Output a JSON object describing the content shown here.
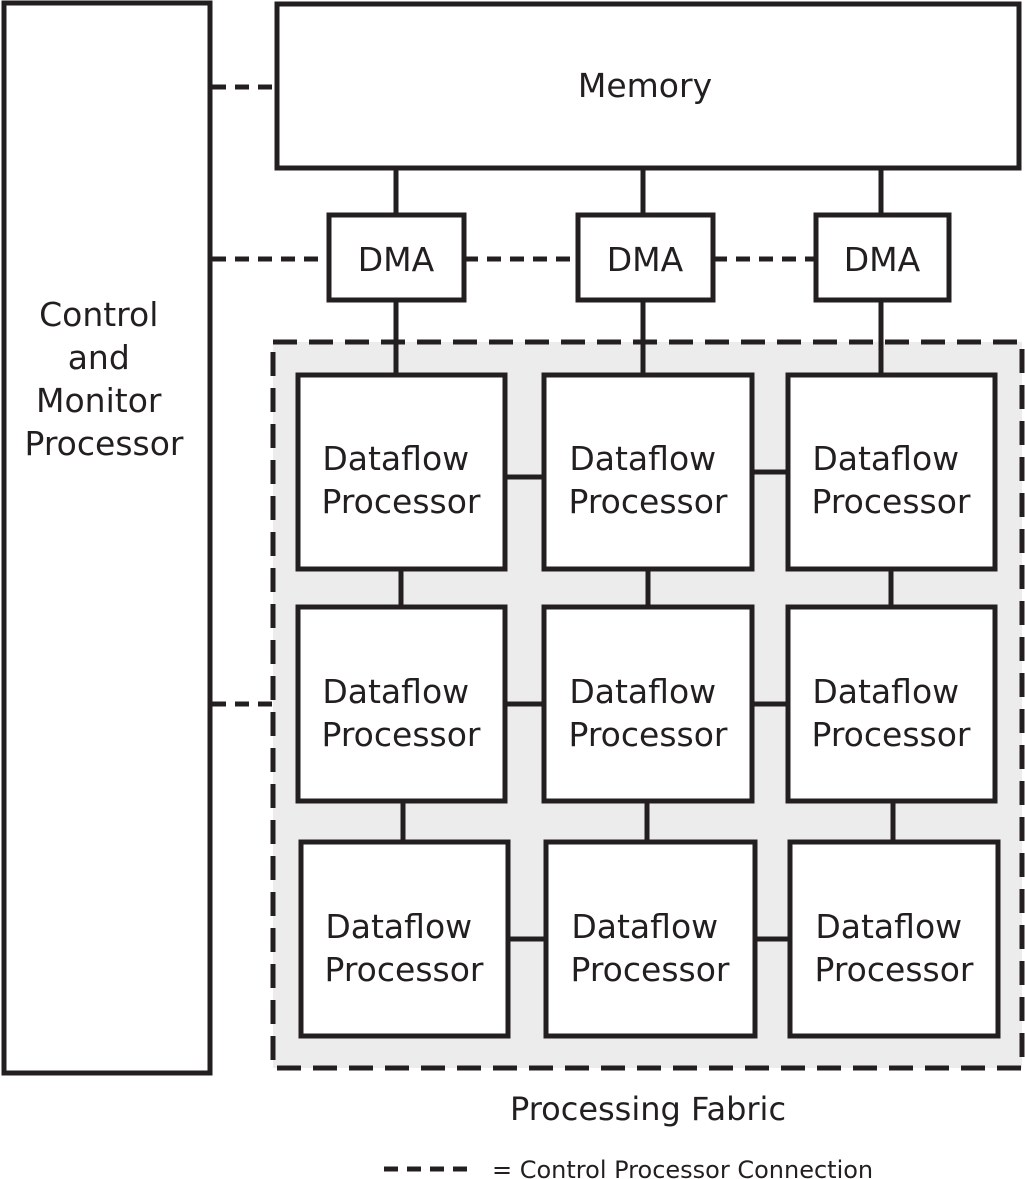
{
  "colors": {
    "stroke": "#231f20",
    "fabric_fill": "#ececec",
    "box_fill": "#ffffff"
  },
  "control_processor": {
    "lines": [
      "Control",
      "and",
      "Monitor",
      "Processor"
    ]
  },
  "memory": {
    "label": "Memory"
  },
  "dma_label": "DMA",
  "dataflow_processor": {
    "lines": [
      "Dataflow",
      "Processor"
    ]
  },
  "fabric": {
    "label": "Processing Fabric"
  },
  "legend": {
    "label": "= Control Processor Connection"
  }
}
